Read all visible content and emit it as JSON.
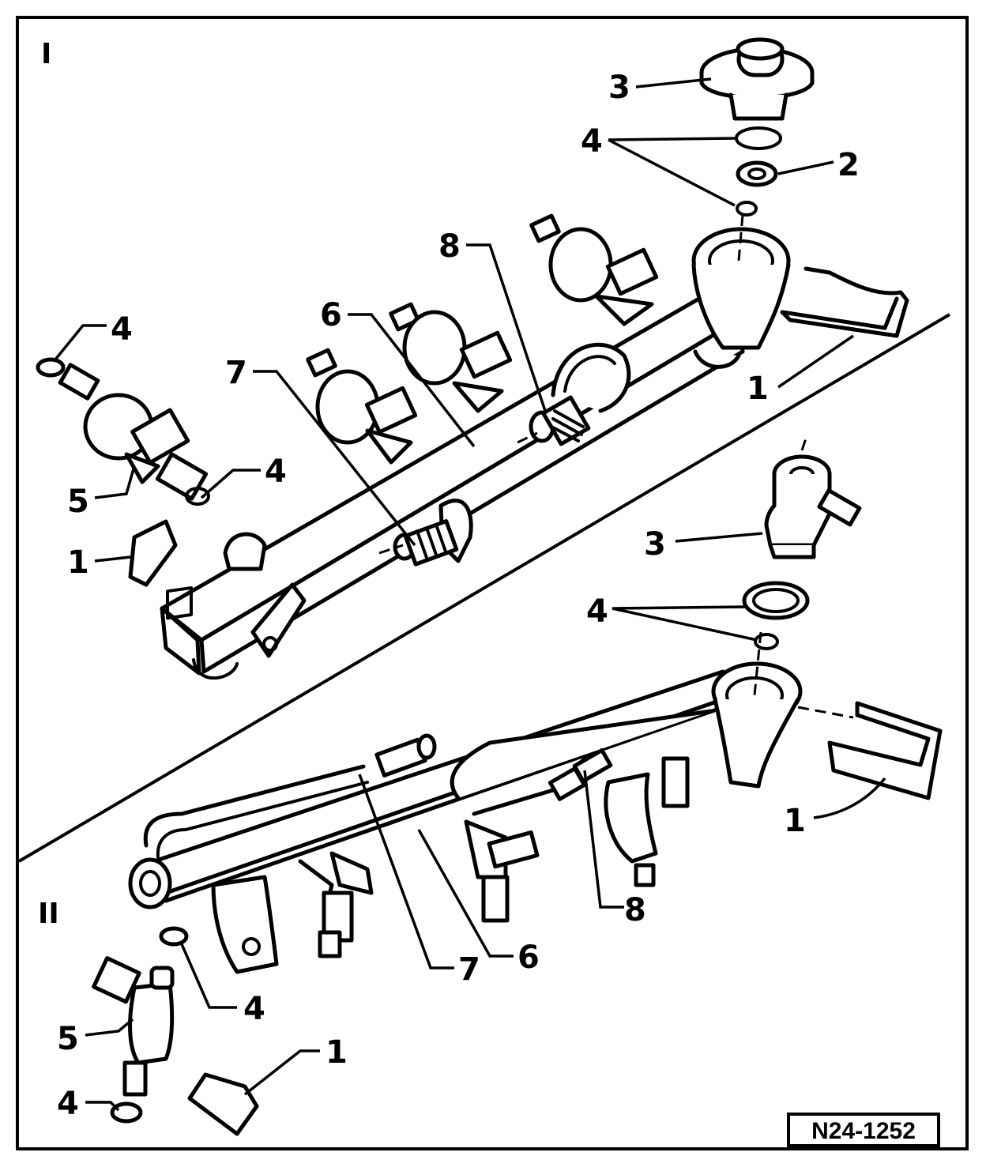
{
  "section_labels": {
    "upper": "I",
    "lower": "II"
  },
  "reference_code": "N24-1252",
  "callouts_upper": {
    "c1a": "1",
    "c1b": "1",
    "c2": "2",
    "c3": "3",
    "c4a": "4",
    "c4b": "4",
    "c4c": "4",
    "c5": "5",
    "c6": "6",
    "c7": "7",
    "c8": "8"
  },
  "callouts_lower": {
    "c1a": "1",
    "c1b": "1",
    "c3": "3",
    "c4a": "4",
    "c4b": "4",
    "c4c": "4",
    "c5": "5",
    "c6": "6",
    "c7": "7",
    "c8": "8"
  }
}
